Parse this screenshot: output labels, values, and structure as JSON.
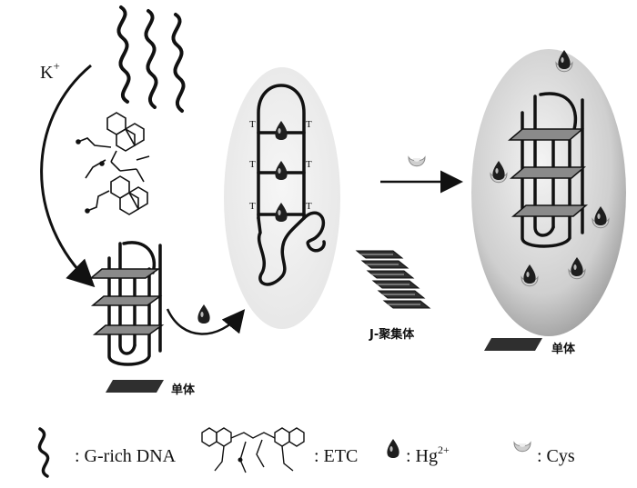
{
  "diagram": {
    "k_plus_label": "K",
    "k_plus_superscript": "+",
    "monomer_label_left": "单体",
    "monomer_label_right": "单体",
    "j_aggregate_label": "J-聚集体",
    "mismatch_label": "T",
    "colors": {
      "ink": "#111111",
      "tetrad_fill": "#8a8a8a",
      "monomer_fill": "#2f2f2f",
      "ellipse_light": "#eeeeee",
      "ellipse_dark": "#c4c4c4",
      "hg_fill": "#1e1e1e",
      "cys_fill": "#cfcfcf"
    }
  },
  "legend": {
    "items": [
      {
        "icon": "dna-strand-icon",
        "text": ": G-rich DNA"
      },
      {
        "icon": "etc-molecule-icon",
        "text": ": ETC"
      },
      {
        "icon": "mercury-ion-icon",
        "text": ": Hg",
        "superscript": "2+"
      },
      {
        "icon": "cysteine-icon",
        "text": ": Cys"
      }
    ]
  }
}
